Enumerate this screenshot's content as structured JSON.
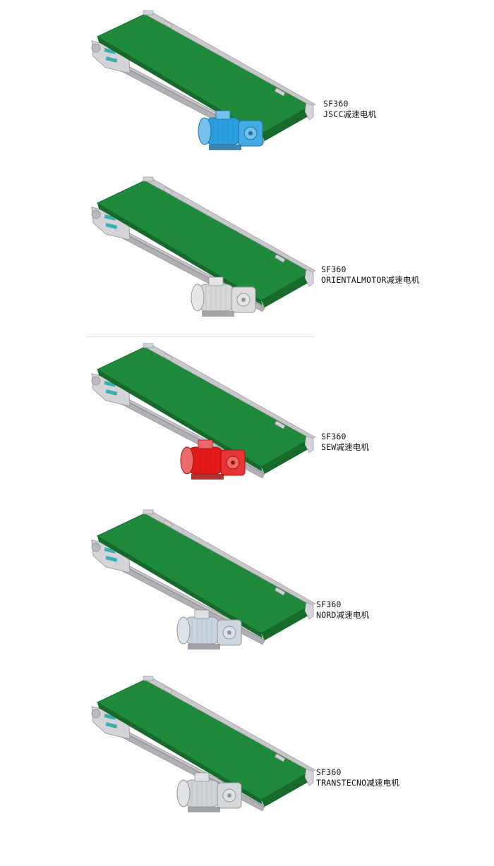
{
  "colors": {
    "belt": "#1f8a3c",
    "belt_dark": "#156a2b",
    "frame": "#c8c8cc",
    "frame_dark": "#8e8e96",
    "fitting": "#3aaeb0"
  },
  "conveyors": [
    {
      "model": "SF360",
      "motor": "JSCC减速电机",
      "motor_color": "#2aa0e0",
      "motor_icon": "blue-gearmotor"
    },
    {
      "model": "SF360",
      "motor": "ORIENTALMOTOR减速电机",
      "motor_color": "#d8d8d8",
      "motor_icon": "grey-gearmotor"
    },
    {
      "model": "SF360",
      "motor": "SEW减速电机",
      "motor_color": "#e41919",
      "motor_icon": "red-gearmotor"
    },
    {
      "model": "SF360",
      "motor": "NORD减速电机",
      "motor_color": "#c9d3dc",
      "motor_icon": "silver-gearmotor"
    },
    {
      "model": "SF360",
      "motor": "TRANSTECNO减速电机",
      "motor_color": "#cfd3d8",
      "motor_icon": "silver-gearmotor"
    }
  ]
}
